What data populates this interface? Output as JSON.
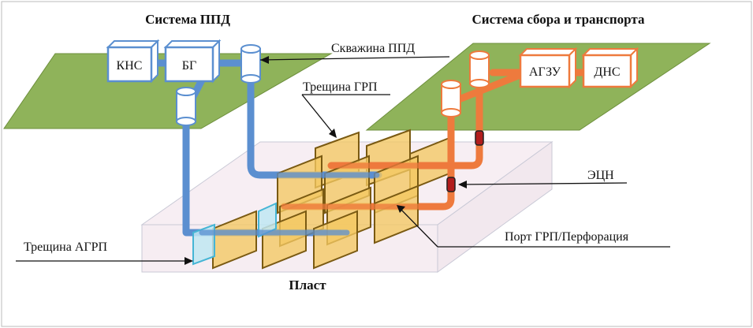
{
  "titles": {
    "ppd_system": "Система ППД",
    "gathering_system": "Система сбора и транспорта",
    "reservoir": "Пласт"
  },
  "labels": {
    "ppd_well": "Скважина ППД",
    "frac": "Трещина ГРП",
    "esp": "ЭЦН",
    "frac_port": "Порт ГРП/Перфорация",
    "agrp": "Трещина АГРП"
  },
  "facilities": {
    "kns": "КНС",
    "bg": "БГ",
    "agzu": "АГЗУ",
    "dns": "ДНС"
  },
  "colors": {
    "ground": "#8fb35a",
    "injection": "#5b8fd0",
    "production": "#ee7a3d",
    "fracture": "#f4c862",
    "fracture_edge": "#7a5a12",
    "agrp_fracture": "#bfe6f2",
    "esp": "#b21d1d"
  }
}
